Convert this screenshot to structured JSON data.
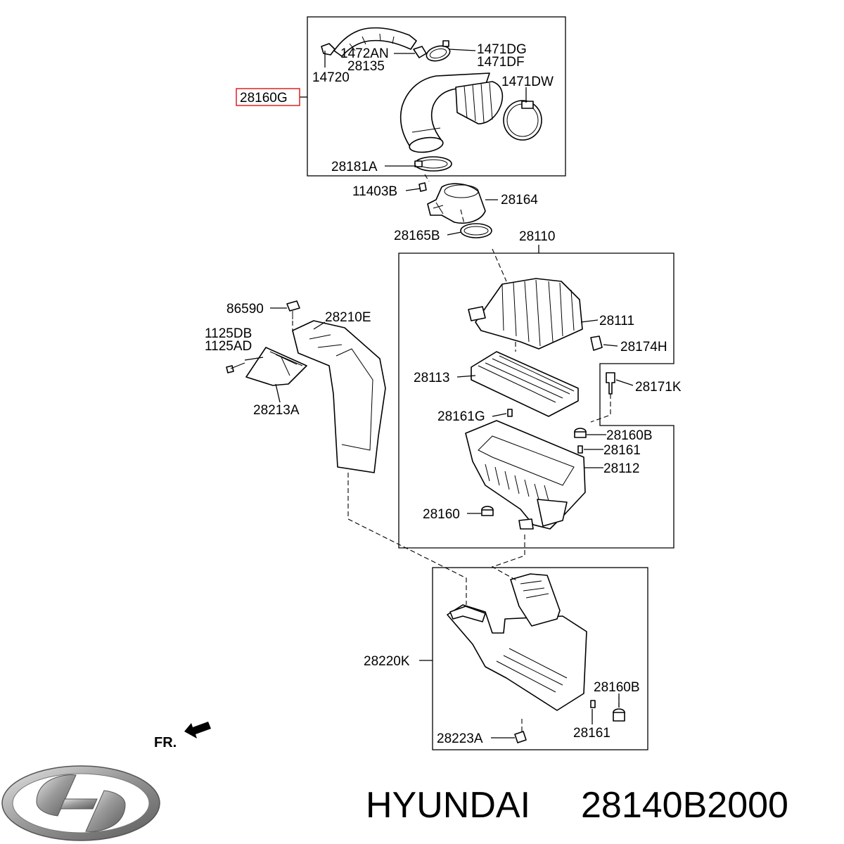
{
  "labels": {
    "l14720": "14720",
    "l1472AN": "1472AN",
    "l28135": "28135",
    "l1471DG": "1471DG",
    "l1471DF": "1471DF",
    "l1471DW": "1471DW",
    "l28160G": "28160G",
    "l28181A": "28181A",
    "l11403B": "11403B",
    "l28164": "28164",
    "l28165B": "28165B",
    "l28110": "28110",
    "l86590": "86590",
    "l28210E": "28210E",
    "l1125DB": "1125DB",
    "l1125AD": "1125AD",
    "l28213A": "28213A",
    "l28111": "28111",
    "l28174H": "28174H",
    "l28113": "28113",
    "l28171K": "28171K",
    "l28161G": "28161G",
    "l28160B_a": "28160B",
    "l28161_a": "28161",
    "l28112": "28112",
    "l28160": "28160",
    "l28220K": "28220K",
    "l28160B_b": "28160B",
    "l28161_b": "28161",
    "l28223A": "28223A"
  },
  "direction_marker": "FR.",
  "footer": {
    "brand": "HYUNDAI",
    "part_number": "28140B2000"
  },
  "highlight_color": "#e02020"
}
